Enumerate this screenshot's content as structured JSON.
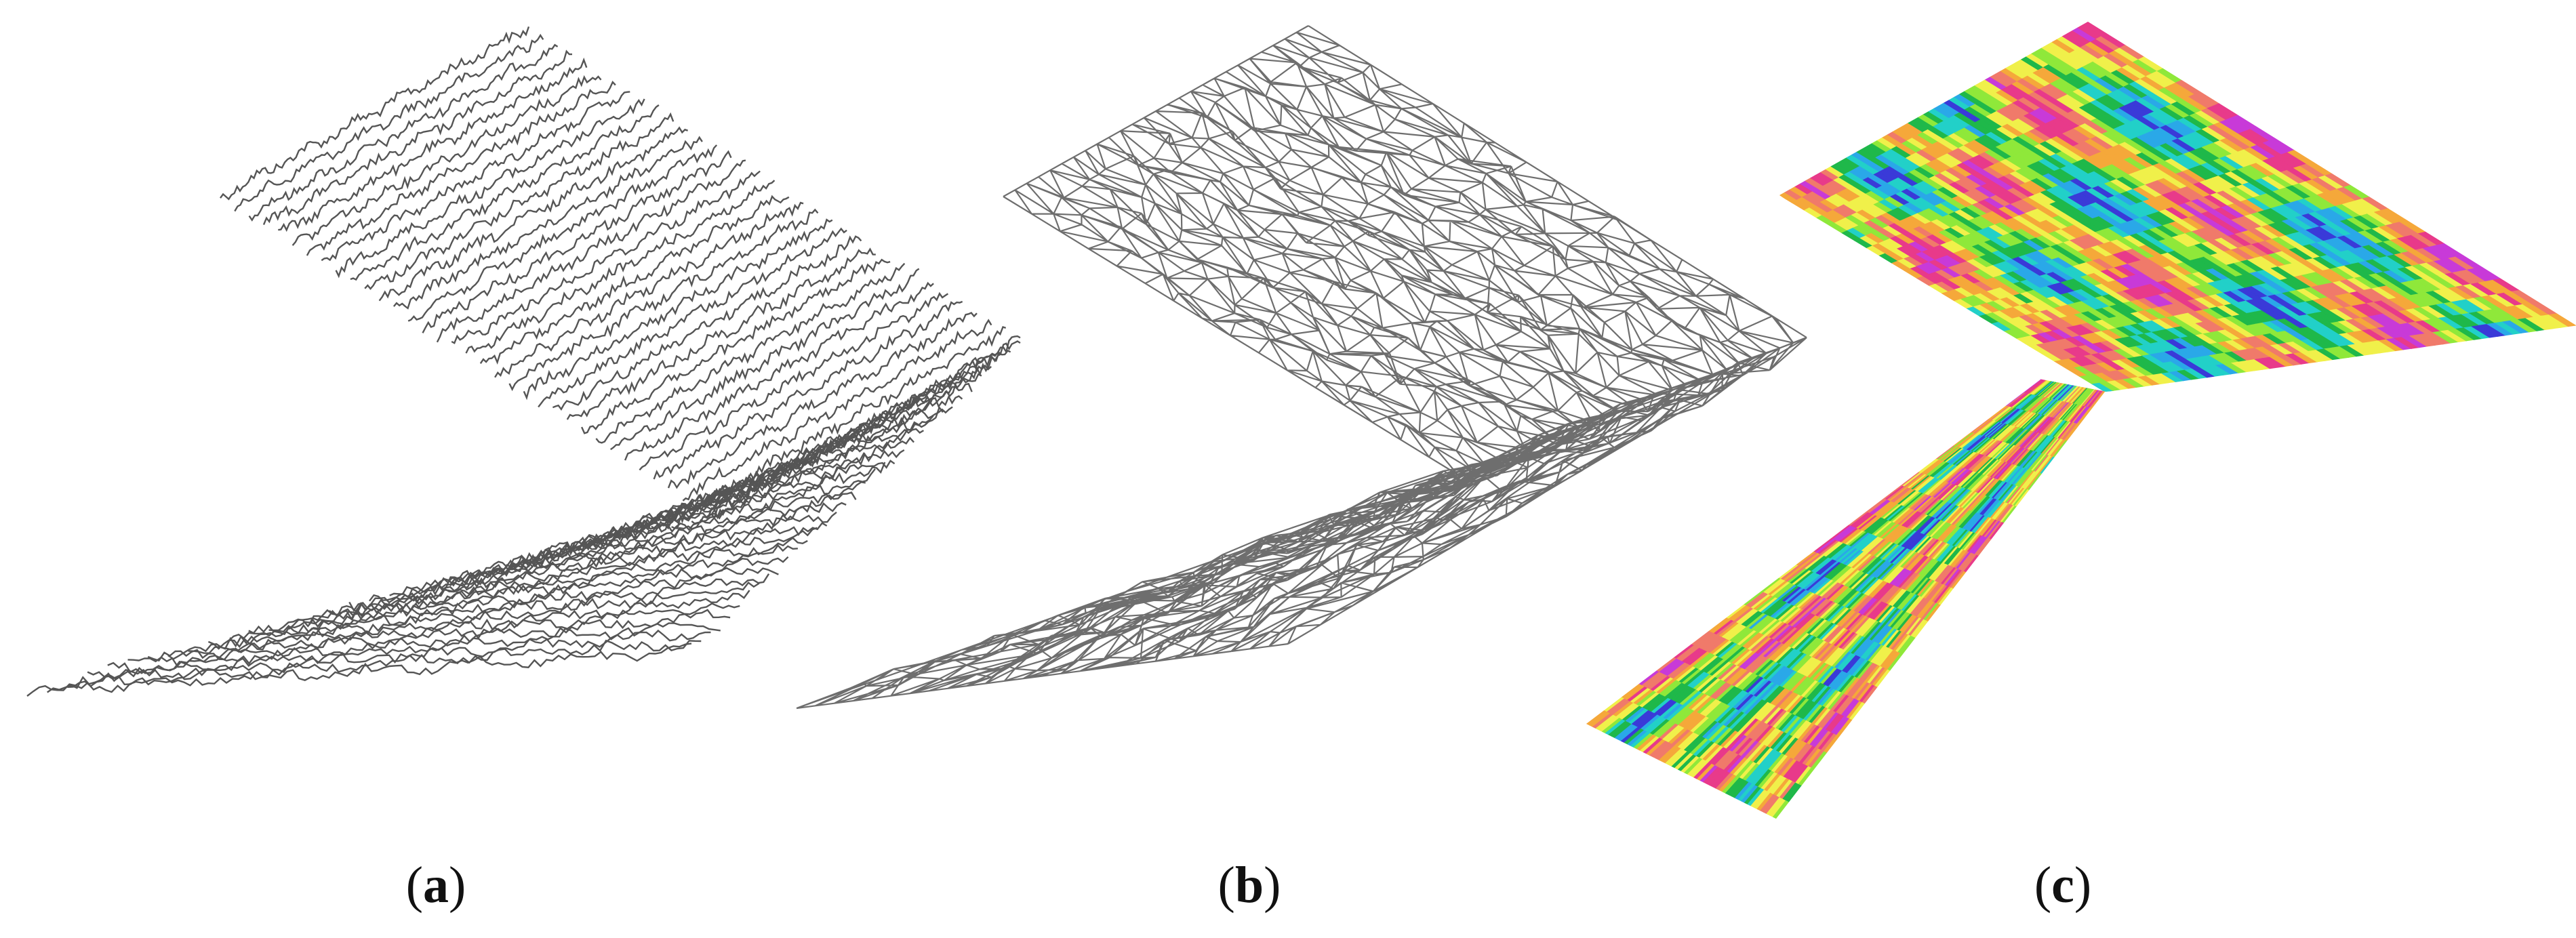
{
  "panels": [
    {
      "id": "a",
      "letter": "a",
      "render": "profile-lines",
      "line_color": "#555555"
    },
    {
      "id": "b",
      "letter": "b",
      "render": "triangle-mesh",
      "line_color": "#6e6e6e"
    },
    {
      "id": "c",
      "letter": "c",
      "render": "color-elevation-surface",
      "colormap": [
        "#3a3ad8",
        "#2aa8e8",
        "#22d0c8",
        "#1fb84a",
        "#8fe83a",
        "#f0f04a",
        "#f5a83a",
        "#f07a6a",
        "#e83a8a",
        "#c83ad8"
      ]
    }
  ]
}
